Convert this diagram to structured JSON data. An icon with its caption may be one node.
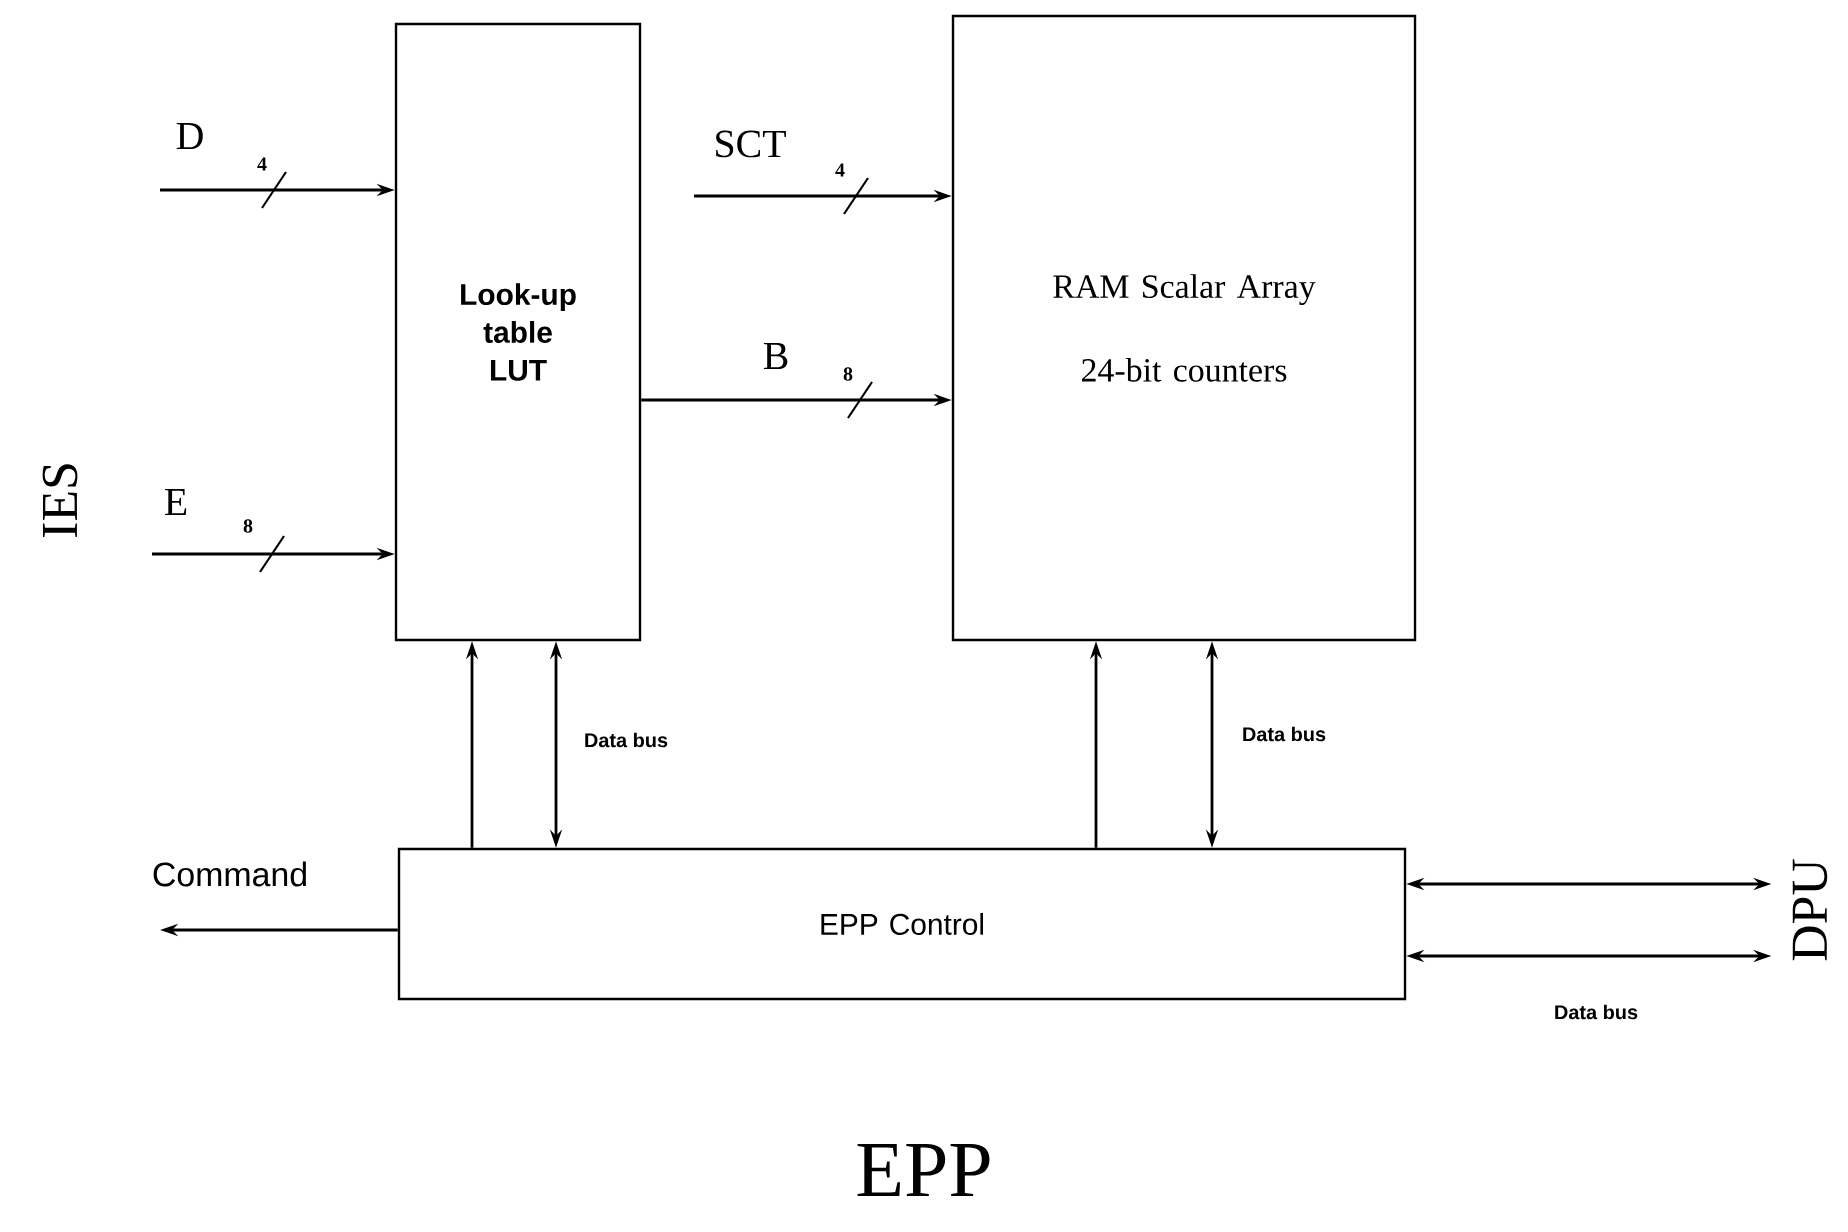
{
  "diagram": {
    "title": "EPP",
    "nodes": [
      {
        "text": [
          "Look-up table LUT"
        ]
      },
      {
        "text": [
          "RAM Scalar Array",
          "24-bit counters"
        ]
      },
      {
        "text": [
          "EPP Control"
        ]
      },
      {
        "text": [
          "DPU"
        ]
      }
    ],
    "edges": [
      {
        "from": null,
        "to": 0,
        "arrow": "to",
        "label": "D"
      },
      {
        "from": null,
        "to": 0,
        "arrow": "to",
        "label": "E"
      },
      {
        "from": null,
        "to": 1,
        "arrow": "to",
        "label": "SCT"
      },
      {
        "from": 0,
        "to": 1,
        "arrow": "to",
        "label": "B"
      },
      {
        "from": 2,
        "to": 0,
        "arrow": "to"
      },
      {
        "from": 2,
        "to": 0,
        "arrow": "both",
        "label": "Data bus"
      },
      {
        "from": 2,
        "to": 1,
        "arrow": "to"
      },
      {
        "from": 2,
        "to": 1,
        "arrow": "both",
        "label": "Data bus"
      },
      {
        "from": 2,
        "to": null,
        "arrow": "to",
        "label": "Command"
      },
      {
        "from": 2,
        "to": 3,
        "arrow": "both"
      },
      {
        "from": 2,
        "to": 3,
        "arrow": "both",
        "label": "Data bus"
      }
    ],
    "labels": [
      "4",
      "4",
      "8",
      "IES",
      "8"
    ]
  }
}
